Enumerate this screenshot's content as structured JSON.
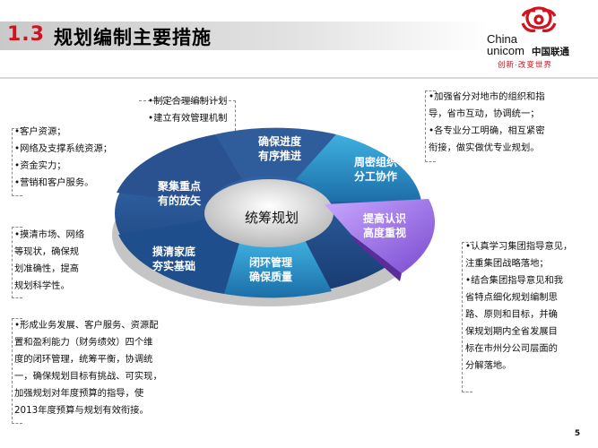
{
  "header": {
    "section_number": "1.3",
    "title": "规划编制主要措施"
  },
  "logo": {
    "line1": "China",
    "line2": "unicom",
    "cn": "中国联通",
    "slogan": "创新·改变世界"
  },
  "diagram": {
    "center": "统筹规划",
    "segments": {
      "progress": [
        "确保进度",
        "有序推进"
      ],
      "organize": [
        "周密组织",
        "分工协作"
      ],
      "focus": [
        "聚集重点",
        "有的放矢"
      ],
      "awareness": [
        "提高认识",
        "高度重视"
      ],
      "foundation": [
        "摸清家底",
        "夯实基础"
      ],
      "quality": [
        "闭环管理",
        "确保质量"
      ]
    }
  },
  "notes": {
    "top_center": [
      "•制定合理编制计划",
      "•建立有效管理机制"
    ],
    "top_right": [
      "•加强省分对地市的组织和指",
      "导，省市互动，协调统一；",
      "•各专业分工明确，相互紧密",
      "衔接，做实做优专业规划。"
    ],
    "left_top": [
      "•客户资源；",
      "•网络及支撑系统资源；",
      "•资金实力；",
      "•营销和客户服务。"
    ],
    "left_mid": [
      "•摸清市场、网络",
      "等现状，确保规",
      "划准确性，提高",
      "规划科学性。"
    ],
    "bottom_left": [
      "•形成业务发展、客户服务、资源配",
      "置和盈利能力（财务绩效）四个维",
      "度的闭环管理，统筹平衡，协调统",
      "一，确保规划目标有挑战、可实现，",
      "加强规划对年度预算的指导，使",
      "2013年度预算与规划有效衔接。"
    ],
    "right_bottom": [
      "•认真学习集团指导意见，",
      "注重集团战略落地；",
      "•结合集团指导意见和我",
      "省特点细化规划编制思",
      "路、原则和目标，并确",
      "保规划期内全省发展目",
      "标在市州分公司层面的",
      "分解落地。"
    ]
  },
  "page_number": "5",
  "colors": {
    "brand_red": "#d0131f",
    "segment_blue": "#1f4e8c",
    "segment_teal": "#2a8fc4",
    "segment_purple": "#8b5fd8"
  }
}
